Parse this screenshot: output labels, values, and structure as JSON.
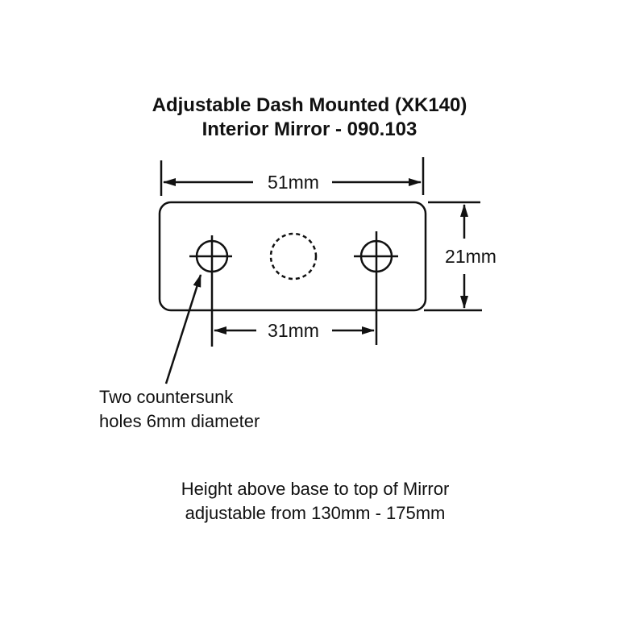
{
  "title": {
    "line1": "Adjustable Dash Mounted (XK140)",
    "line2": "Interior Mirror - 090.103"
  },
  "dimensions": {
    "width": "51mm",
    "height": "21mm",
    "hole_spacing": "31mm"
  },
  "callout": {
    "line1": "Two countersunk",
    "line2": "holes 6mm diameter"
  },
  "footer": {
    "line1": "Height above base to top of Mirror",
    "line2": "adjustable from 130mm - 175mm"
  }
}
